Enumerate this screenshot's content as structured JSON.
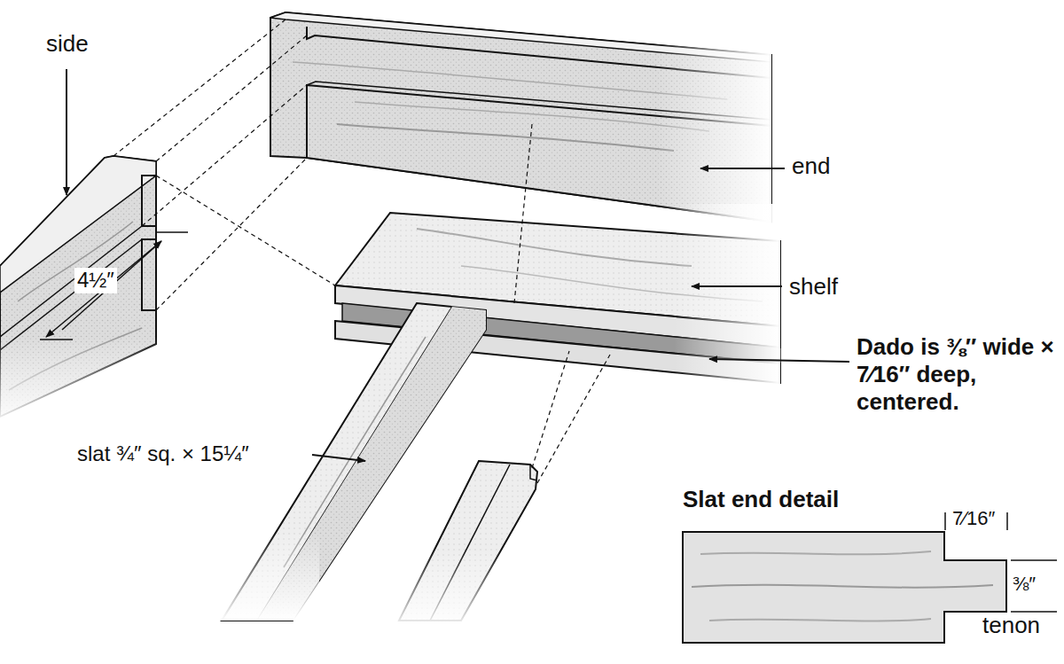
{
  "diagram": {
    "labels": [
      "side",
      "end",
      "shelf",
      "4½″",
      "slat ¾″ sq. × 15¼″",
      "Dado is ⅜″ wide × 7⁄16″ deep, centered.",
      "Slat end detail",
      "7⁄16″",
      "⅜″",
      "tenon"
    ]
  }
}
